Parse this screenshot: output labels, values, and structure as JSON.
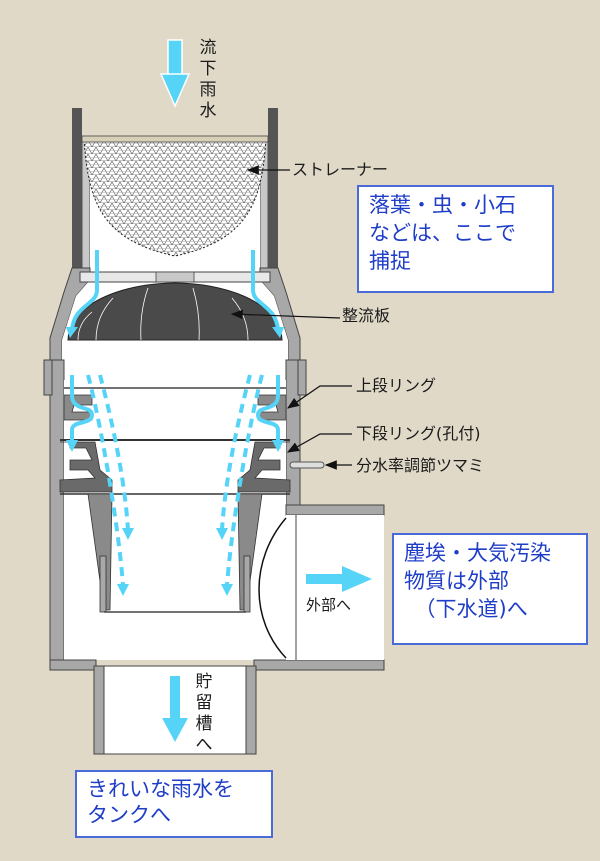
{
  "title": "雨水取水器 断面図",
  "colors": {
    "background": "#e0d9c8",
    "water_arrow": "#55d4f7",
    "wall": "#a8a8a8",
    "wall_dark": "#555555",
    "baffle": "#4a4a4a",
    "note_border": "#4a6ad8",
    "note_text": "#1f3ec8"
  },
  "flow_labels": {
    "inflow": [
      "流",
      "下",
      "雨",
      "水"
    ],
    "to_tank": [
      "貯",
      "留",
      "槽",
      "へ"
    ],
    "outside": "外部へ"
  },
  "part_labels": {
    "strainer": "ストレーナー",
    "baffle_plate": "整流板",
    "upper_ring": "上段リング",
    "lower_ring": "下段リング(孔付)",
    "ratio_knob": "分水率調節ツマミ"
  },
  "notes": {
    "strainer_note": [
      "落葉・虫・小石",
      "などは、ここで",
      "捕捉"
    ],
    "outside_note": [
      "塵埃・大気汚染",
      "物質は外部",
      "　（下水道)へ"
    ],
    "tank_note": [
      "きれいな雨水を",
      "タンクへ"
    ]
  },
  "icons": {
    "inflow_arrow": "arrow-down-icon",
    "outflow_arrow": "arrow-right-icon",
    "tank_arrow": "arrow-down-icon"
  }
}
